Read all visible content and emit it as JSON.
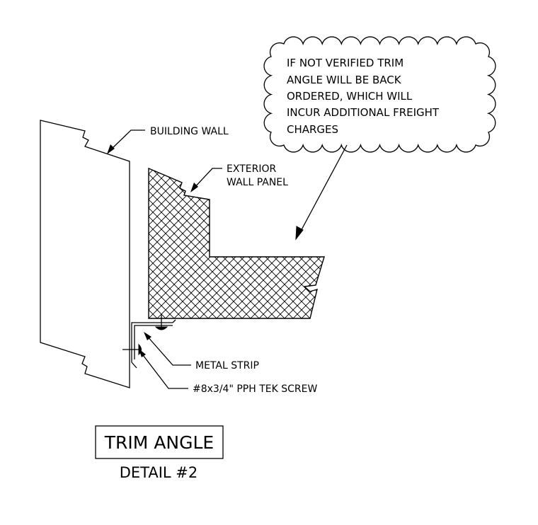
{
  "cloud_note": {
    "lines": [
      "IF NOT VERIFIED TRIM",
      "ANGLE WILL BE BACK",
      "ORDERED, WHICH WILL",
      "INCUR ADDITIONAL FREIGHT",
      "CHARGES"
    ]
  },
  "labels": {
    "building_wall": "BUILDING WALL",
    "exterior_wall_panel_1": "EXTERIOR",
    "exterior_wall_panel_2": "WALL PANEL",
    "metal_strip": "METAL STRIP",
    "tek_screw": "#8x3/4\" PPH TEK SCREW"
  },
  "title_block": {
    "title": "TRIM ANGLE",
    "subtitle": "DETAIL #2"
  }
}
